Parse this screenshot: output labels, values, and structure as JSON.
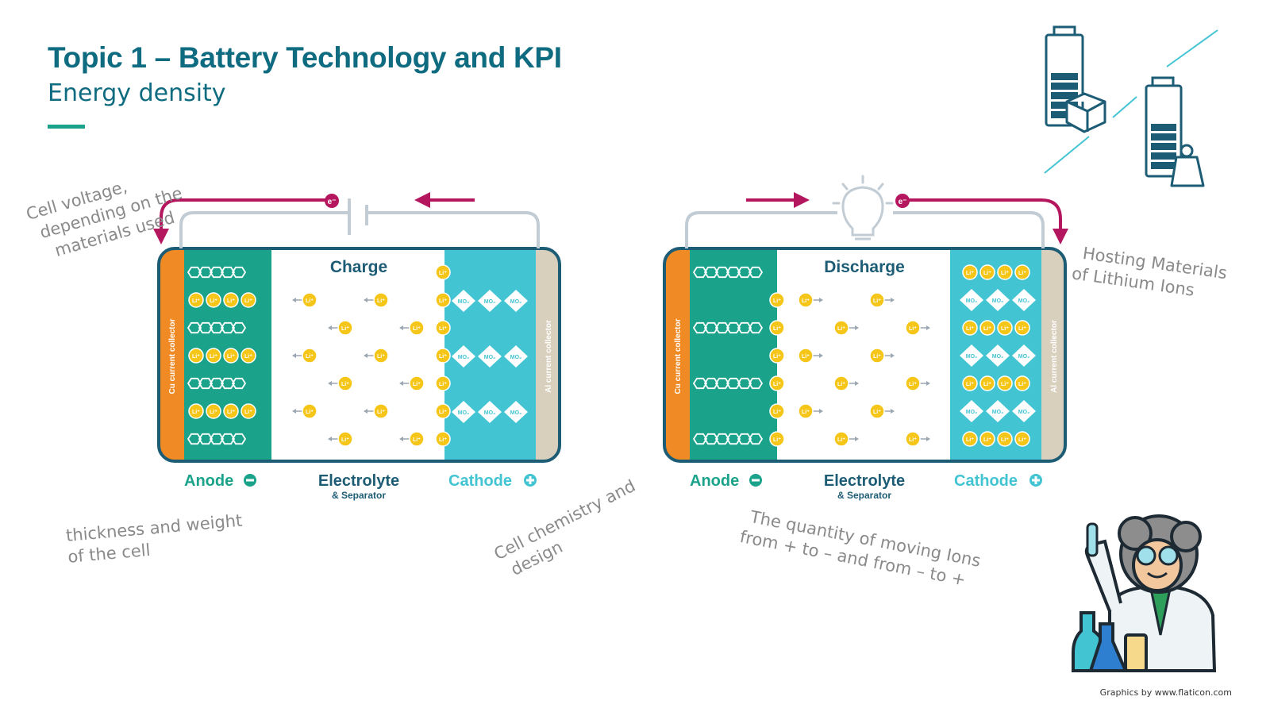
{
  "header": {
    "title": "Topic 1 – Battery Technology and KPI",
    "subtitle": "Energy density"
  },
  "notes": {
    "cell_voltage": [
      "Cell voltage,",
      "depending on the",
      "materials used"
    ],
    "hosting": [
      "Hosting Materials",
      "of Lithium Ions"
    ],
    "thickness": [
      "thickness and weight",
      "of the cell"
    ],
    "chemistry": [
      "Cell chemistry and",
      "design"
    ],
    "quantity": [
      "The quantity of moving Ions",
      "from + to – and from – to +"
    ]
  },
  "charge_cell": {
    "title": "Charge",
    "anode_label": "Anode",
    "electrolyte_label": "Electrolyte",
    "separator_label": "& Separator",
    "cathode_label": "Cathode",
    "cu_collector": "Cu current collector",
    "al_collector": "Al current collector"
  },
  "discharge_cell": {
    "title": "Discharge",
    "anode_label": "Anode",
    "electrolyte_label": "Electrolyte",
    "separator_label": "& Separator",
    "cathode_label": "Cathode",
    "cu_collector": "Cu current collector",
    "al_collector": "Al current collector"
  },
  "glyphs": {
    "li": "Li⁺",
    "mo2": "MO₂",
    "electron": "e⁻"
  },
  "credit": "Graphics by www.flaticon.com",
  "colors": {
    "title": "#0e6b80",
    "accent": "#1aa38a",
    "anode": "#1aa38a",
    "cathode": "#43c4d3",
    "cu_collector": "#f08a24",
    "al_collector": "#d9cfbd",
    "arrow": "#b5175e",
    "cell_border": "#1d5c75",
    "ion": "#f5c518"
  },
  "icons": [
    "battery-cube-icon",
    "battery-weight-icon",
    "lightbulb-icon",
    "scientist-icon"
  ]
}
